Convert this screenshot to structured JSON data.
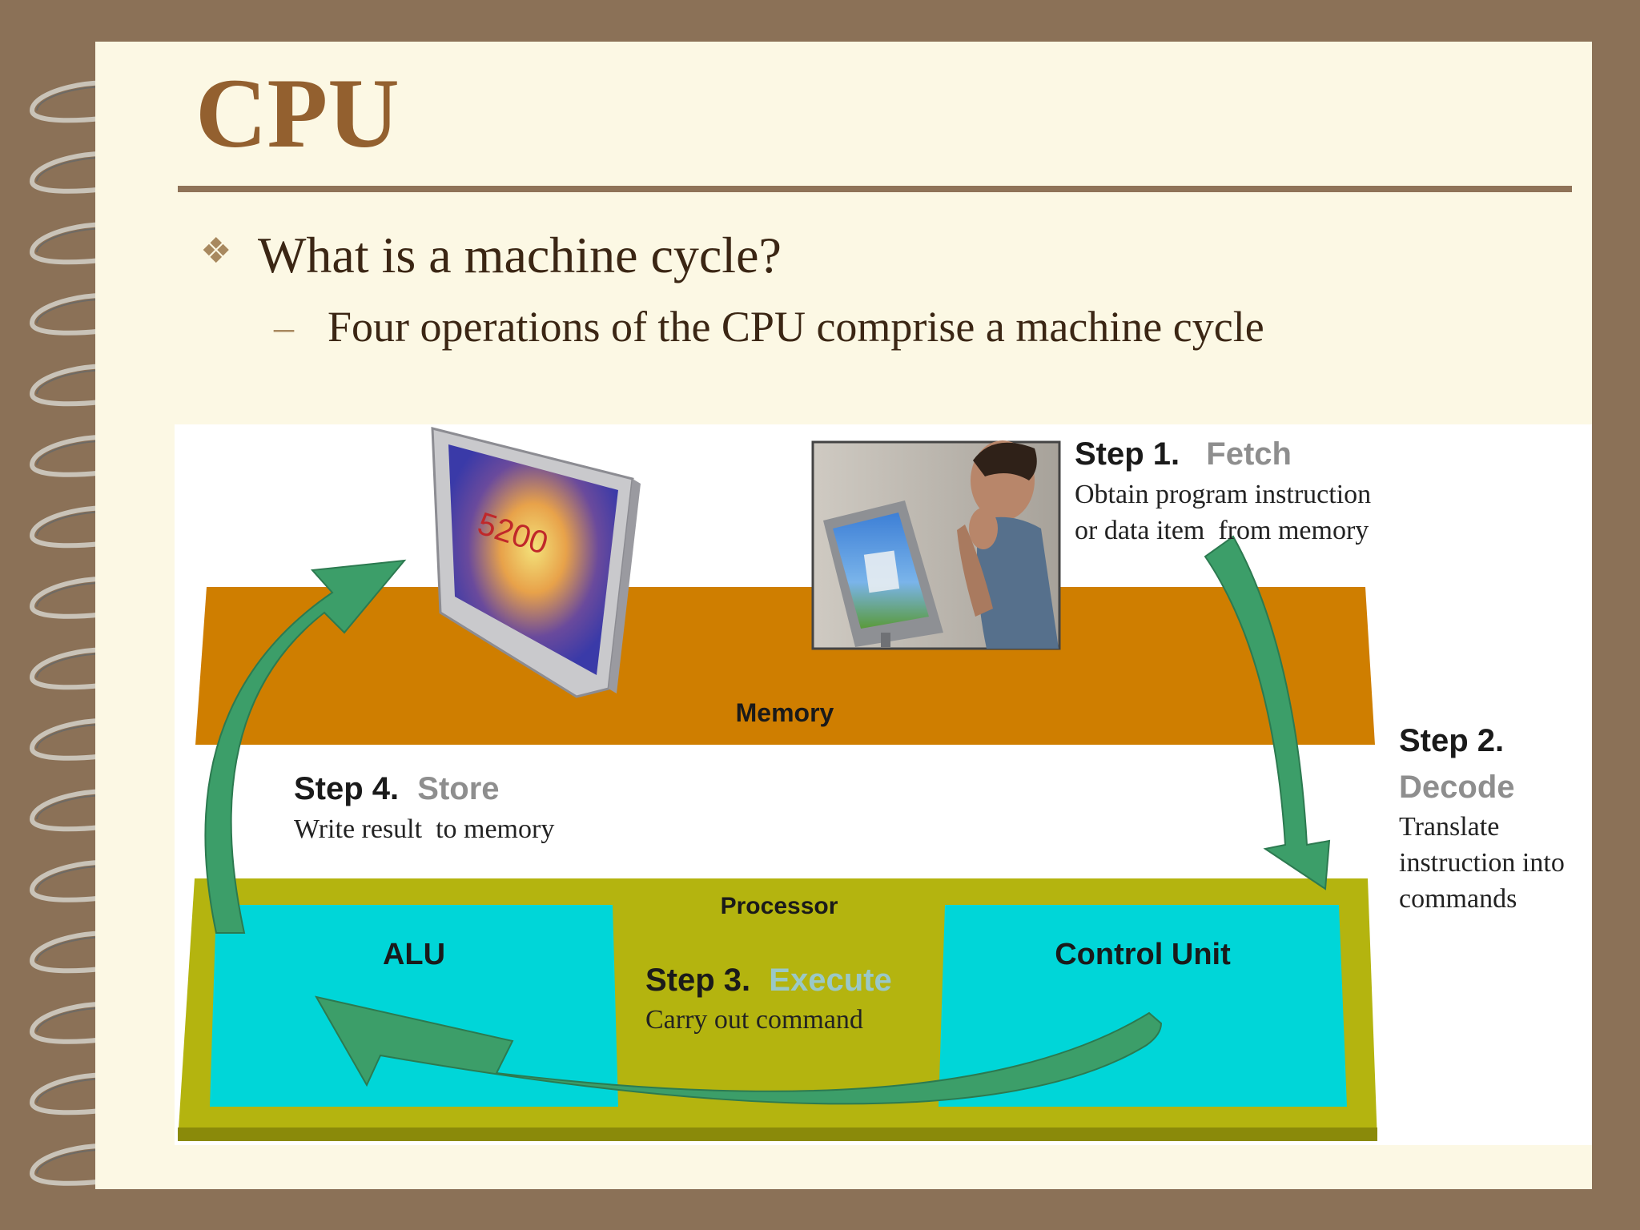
{
  "slide": {
    "title": "CPU",
    "bullet": {
      "marker": "❖",
      "text": "What is a machine cycle?"
    },
    "sub_bullet": {
      "marker": "–",
      "text": "Four operations of the CPU comprise a machine cycle"
    }
  },
  "diagram": {
    "memory_label": "Memory",
    "processor_label": "Processor",
    "alu_label": "ALU",
    "control_unit_label": "Control Unit",
    "monitor_display": "5200",
    "step1": {
      "label": "Step 1.",
      "name": "Fetch",
      "line1": "Obtain program instruction",
      "line2": "or data item  from memory"
    },
    "step2": {
      "label": "Step 2.",
      "name": "Decode",
      "line1": "Translate",
      "line2": "instruction into",
      "line3": "commands"
    },
    "step3": {
      "label": "Step 3.",
      "name": "Execute",
      "line1": "Carry out command"
    },
    "step4": {
      "label": "Step 4.",
      "name": "Store",
      "line1": "Write result  to memory"
    }
  },
  "colors": {
    "background": "#8b7157",
    "slide": "#fcf8e4",
    "title": "#93602f",
    "memory": "#cf7e00",
    "processor": "#b4b40f",
    "unit": "#00d6d8",
    "arrow": "#3c9e69",
    "step_name": "#8e8e8e"
  }
}
